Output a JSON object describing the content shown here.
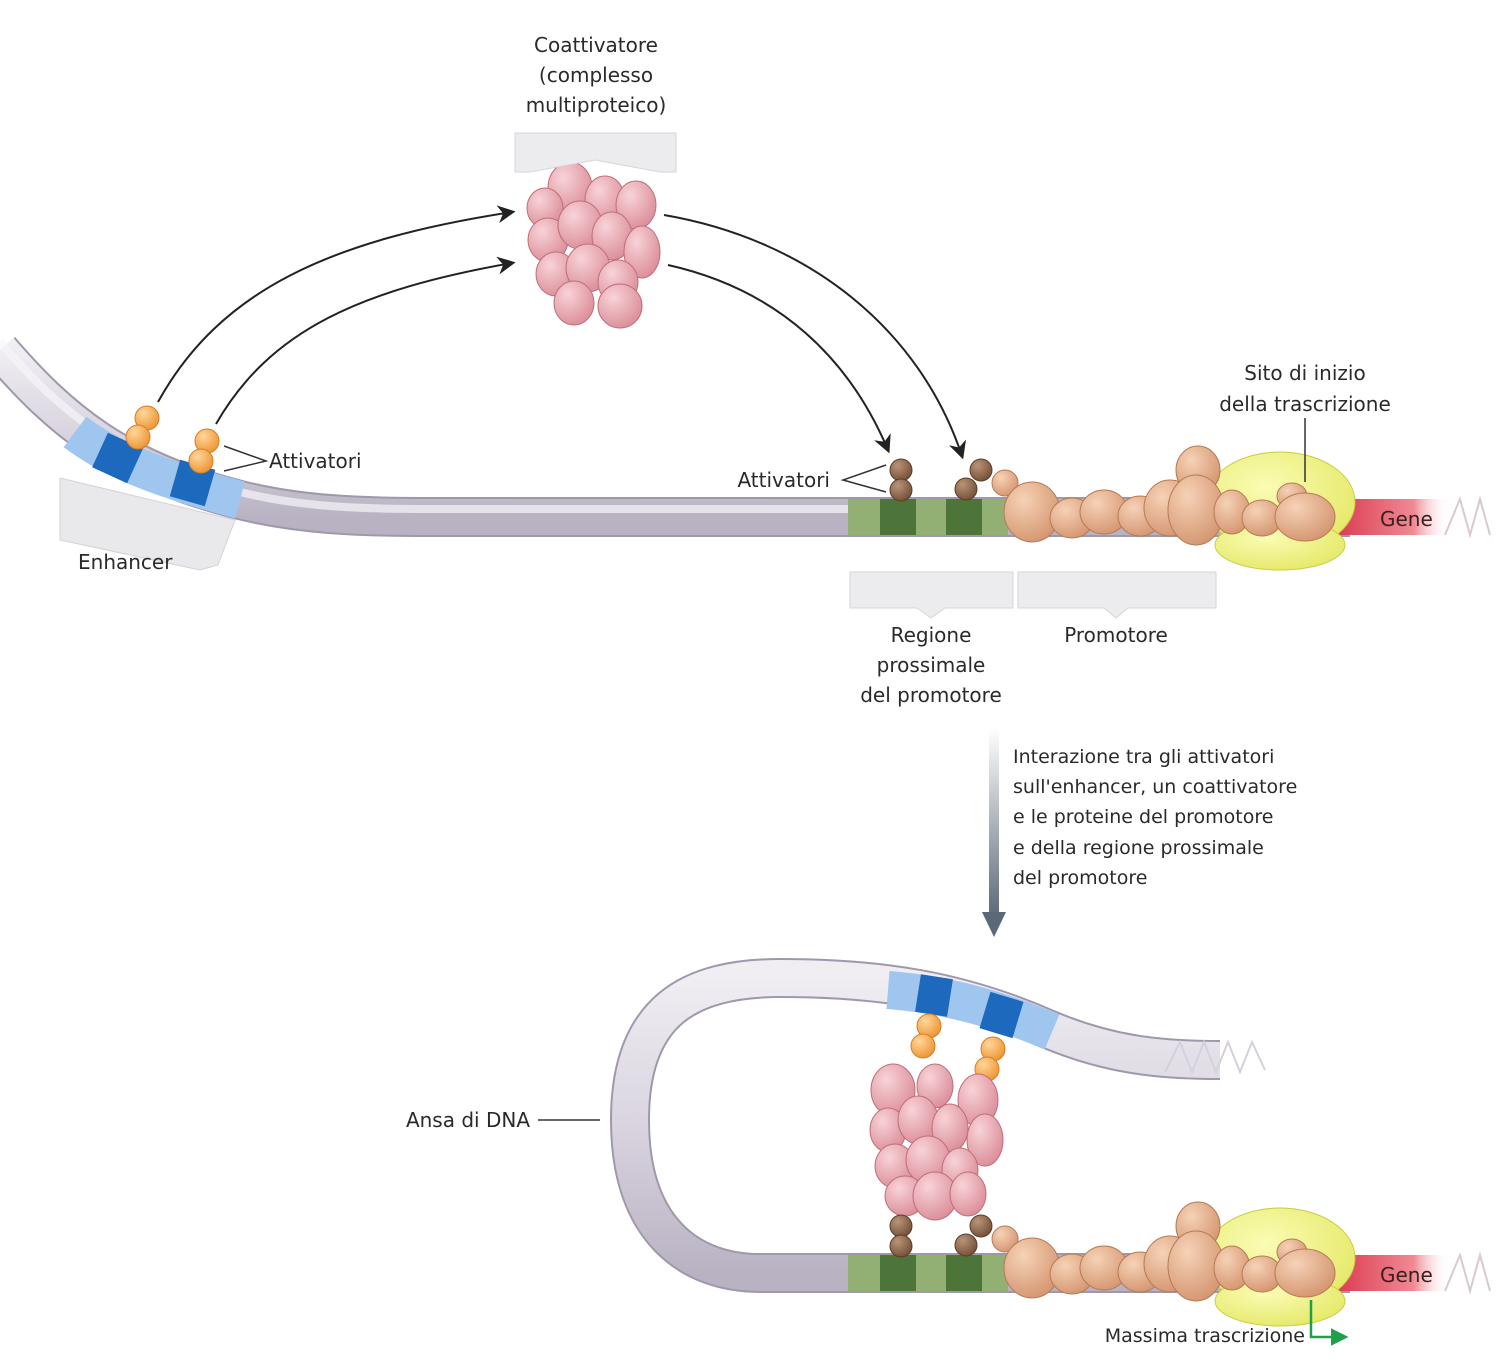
{
  "top": {
    "coactivator_label": [
      "Coattivatore",
      "(complesso",
      "multiproteico)"
    ],
    "activators_left": "Attivatori",
    "activators_right": "Attivatori",
    "enhancer": "Enhancer",
    "start_site": [
      "Sito di inizio",
      "della trascrizione"
    ],
    "gene": "Gene",
    "proximal_region": [
      "Regione",
      "prossimale",
      "del promotore"
    ],
    "promoter": "Promotore"
  },
  "transition": {
    "caption": [
      "Interazione tra gli attivatori",
      "sull'enhancer, un coattivatore",
      "e le proteine del promotore",
      "e della regione prossimale",
      "del promotore"
    ]
  },
  "bottom": {
    "loop": "Ansa di DNA",
    "gene": "Gene",
    "max_transcription": "Massima trascrizione"
  },
  "colors": {
    "dna": "#d8d3de",
    "enhancer_light": "#8fbcea",
    "enhancer_dark": "#1c6fc4",
    "proximal_light": "#8aa86a",
    "proximal_dark": "#4f7a3a",
    "gene": "#e0505e",
    "coactivator": "#e9a3ad",
    "activator_orange": "#f5a64a",
    "activator_brown": "#8a6548",
    "promoter_proteins": "#e8b28e",
    "polymerase_halo": "#f0f27a",
    "start_arrow": "#1fa04a"
  }
}
